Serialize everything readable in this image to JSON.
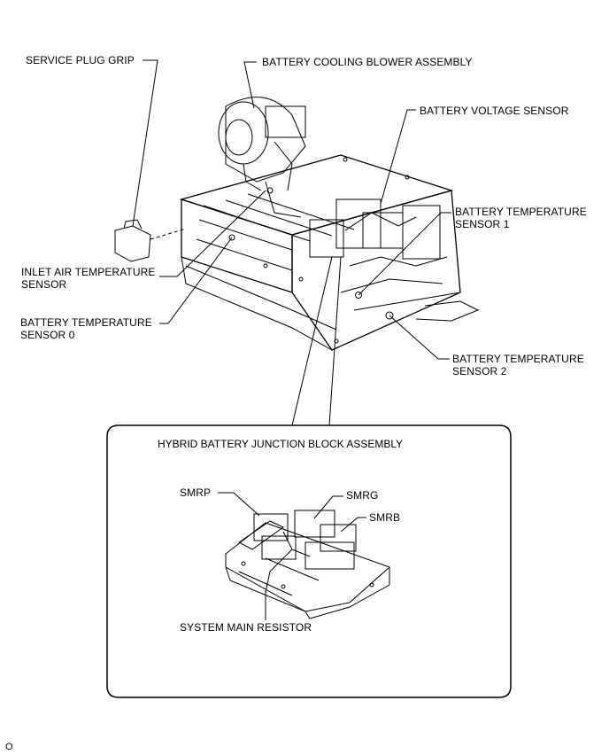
{
  "labels": {
    "service_plug_grip": "SERVICE PLUG GRIP",
    "cooling_blower": "BATTERY COOLING BLOWER ASSEMBLY",
    "voltage_sensor": "BATTERY VOLTAGE SENSOR",
    "temp_sensor_1_line1": "BATTERY TEMPERATURE",
    "temp_sensor_1_line2": "SENSOR 1",
    "inlet_air_line1": "INLET AIR TEMPERATURE",
    "inlet_air_line2": "SENSOR",
    "temp_sensor_0_line1": "BATTERY TEMPERATURE",
    "temp_sensor_0_line2": "SENSOR 0",
    "temp_sensor_2_line1": "BATTERY TEMPERATURE",
    "temp_sensor_2_line2": "SENSOR 2"
  },
  "inset": {
    "title": "HYBRID BATTERY JUNCTION BLOCK ASSEMBLY",
    "smrp": "SMRP",
    "smrg": "SMRG",
    "smrb": "SMRB",
    "system_main_resistor": "SYSTEM MAIN RESISTOR"
  },
  "footer": {
    "code": "O"
  }
}
